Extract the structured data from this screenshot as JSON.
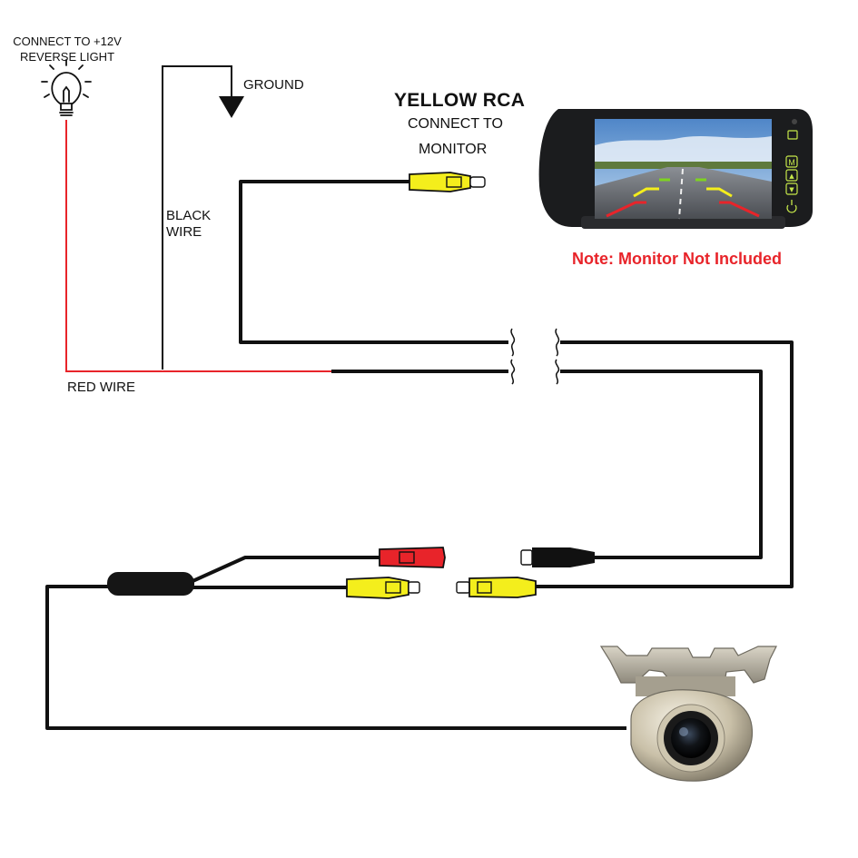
{
  "labels": {
    "reverse_light_line1": "CONNECT TO +12V",
    "reverse_light_line2": "REVERSE LIGHT",
    "ground": "GROUND",
    "black_wire_line1": "BLACK",
    "black_wire_line2": "WIRE",
    "red_wire": "RED WIRE",
    "yellow_rca": "YELLOW RCA",
    "connect_to": "CONNECT TO",
    "monitor": "MONITOR"
  },
  "note": "Note: Monitor Not Included",
  "monitor_buttons": [
    "M",
    "▲",
    "▼"
  ],
  "colors": {
    "wire": "#111111",
    "red_wire": "#e8242a",
    "rca_yellow": "#f4ee1c",
    "rca_red": "#e8242a",
    "note_red": "#e8242a",
    "button_green": "#c6e84a"
  }
}
